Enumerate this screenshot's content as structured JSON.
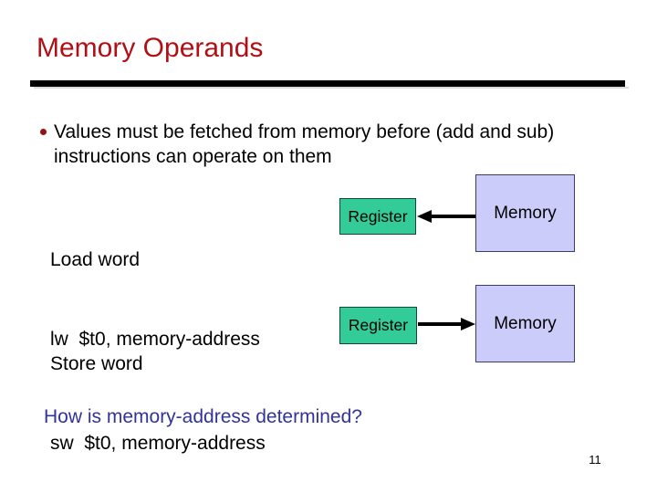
{
  "slide": {
    "title": "Memory Operands",
    "bullet": {
      "line1": "Values must be fetched from memory before (add and sub)",
      "line2": "instructions can operate on them"
    },
    "rows": [
      {
        "name": "Load word",
        "instruction": "lw  $t0, memory-address",
        "register_label": "Register",
        "memory_label": "Memory",
        "arrow_direction": "memory-to-register"
      },
      {
        "name": "Store word",
        "instruction": "sw  $t0, memory-address",
        "register_label": "Register",
        "memory_label": "Memory",
        "arrow_direction": "register-to-memory"
      }
    ],
    "question": "How is memory-address determined?",
    "page_number": "11"
  },
  "colors": {
    "title_red": "#b01015",
    "bullet_dot_red": "#991111",
    "register_green": "#33cc99",
    "memory_lavender": "#ccccfa",
    "question_blue": "#333399",
    "divider_black": "#000000"
  }
}
